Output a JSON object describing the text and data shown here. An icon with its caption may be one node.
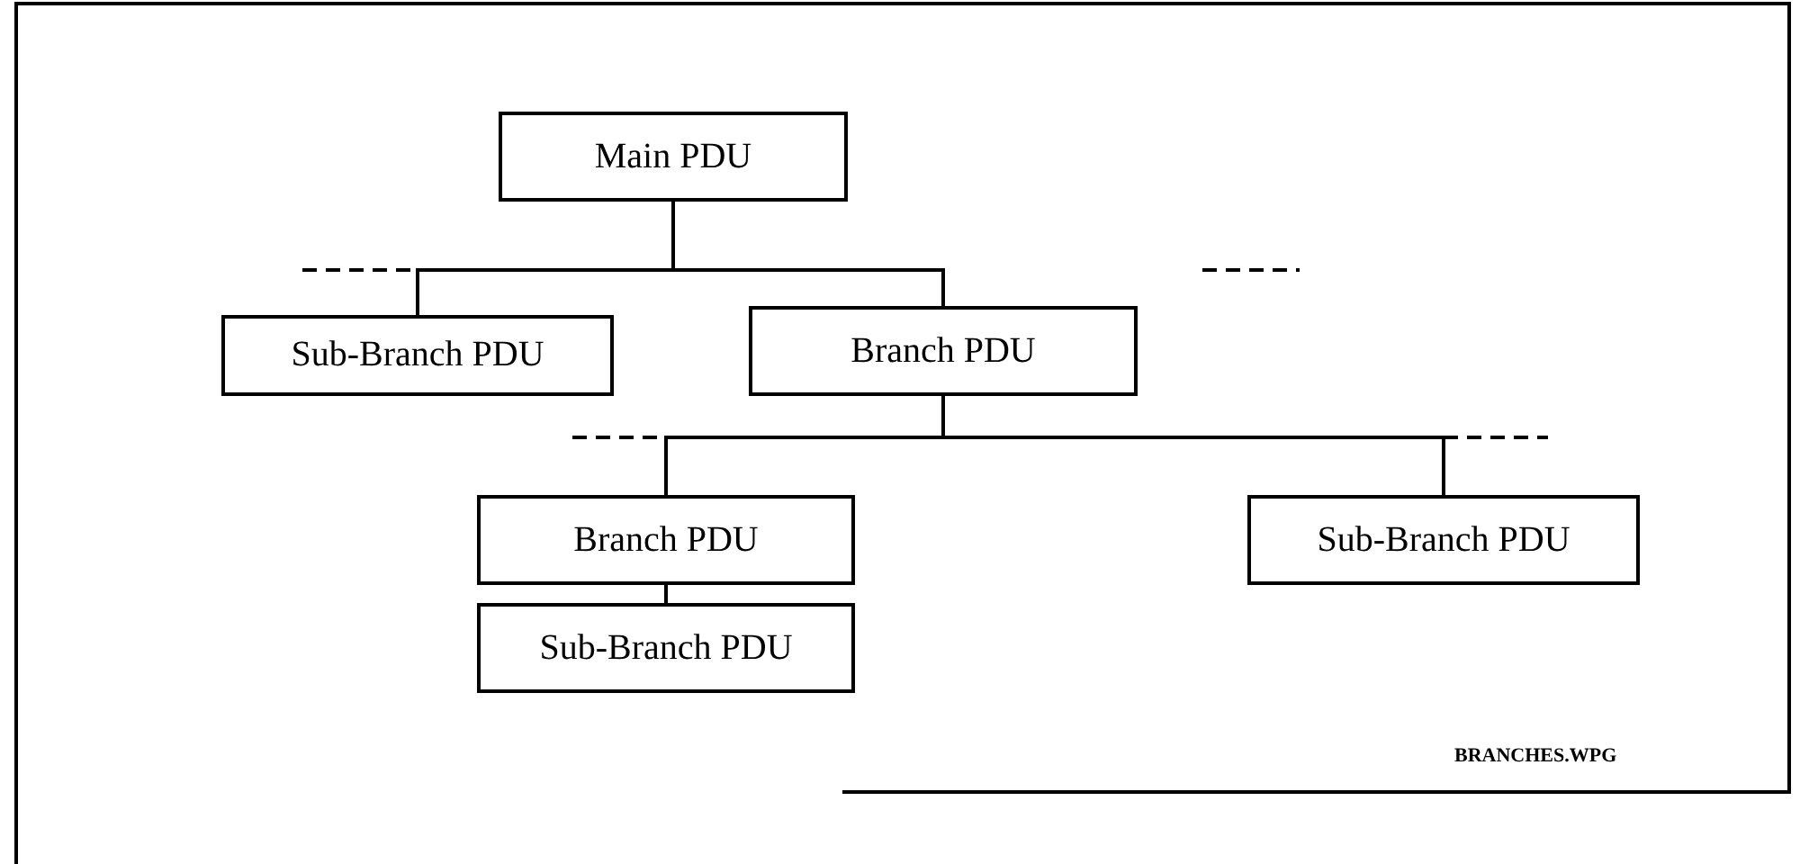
{
  "diagram": {
    "nodes": [
      {
        "text": [
          "Main PDU"
        ]
      },
      {
        "text": [
          "Sub-Branch PDU"
        ]
      },
      {
        "text": [
          "Branch PDU"
        ]
      },
      {
        "text": [
          "Branch PDU"
        ]
      },
      {
        "text": [
          "Sub-Branch PDU"
        ]
      },
      {
        "text": [
          "Sub-Branch PDU"
        ]
      }
    ],
    "edges": [
      {
        "from": 0,
        "to": 1,
        "arrow": "none"
      },
      {
        "from": 0,
        "to": 2,
        "arrow": "none"
      },
      {
        "from": 2,
        "to": 3,
        "arrow": "none"
      },
      {
        "from": 2,
        "to": 4,
        "arrow": "none"
      },
      {
        "from": 3,
        "to": 5,
        "arrow": "none"
      }
    ],
    "labels": [
      "BRANCHES.WPG"
    ]
  }
}
